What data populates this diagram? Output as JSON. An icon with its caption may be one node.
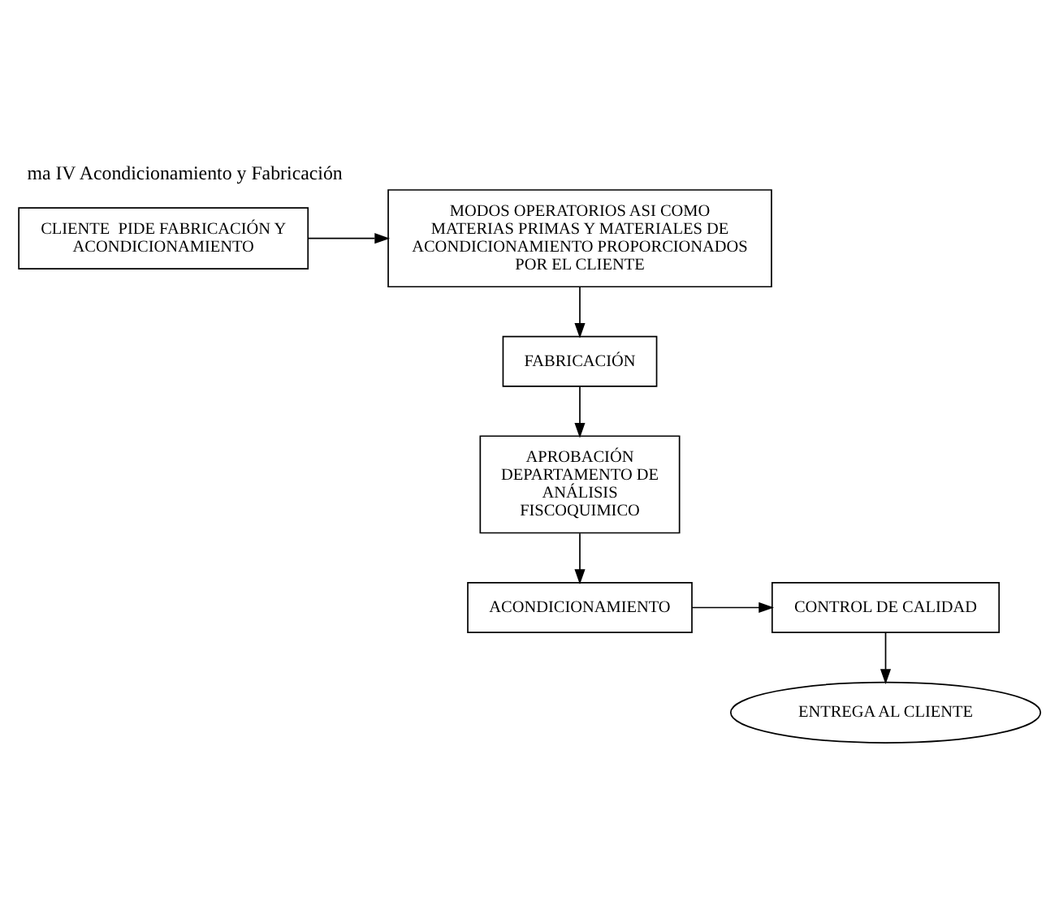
{
  "diagram": {
    "title": "ma IV Acondicionamiento y Fabricación",
    "nodes": [
      {
        "text": [
          "CLIENTE  PIDE FABRICACIÓN Y ACONDICIONAMIENTO"
        ]
      },
      {
        "text": [
          "MODOS OPERATORIOS ASI COMO MATERIAS PRIMAS Y MATERIALES DE ACONDICIONAMIENTO PROPORCIONADOS POR EL CLIENTE"
        ]
      },
      {
        "text": [
          "FABRICACIÓN"
        ]
      },
      {
        "text": [
          "APROBACIÓN DEPARTAMENTO DE ANÁLISIS FISCOQUIMICO"
        ]
      },
      {
        "text": [
          "ACONDICIONAMIENTO"
        ]
      },
      {
        "text": [
          "CONTROL DE CALIDAD"
        ]
      },
      {
        "text": [
          "ENTREGA AL CLIENTE"
        ]
      }
    ],
    "edges": [
      {
        "from": 0,
        "to": 1,
        "arrow": "to"
      },
      {
        "from": 1,
        "to": 2,
        "arrow": "to"
      },
      {
        "from": 2,
        "to": 3,
        "arrow": "to"
      },
      {
        "from": 3,
        "to": 4,
        "arrow": "to"
      },
      {
        "from": 4,
        "to": 5,
        "arrow": "to"
      },
      {
        "from": 5,
        "to": 6,
        "arrow": "to"
      }
    ]
  }
}
